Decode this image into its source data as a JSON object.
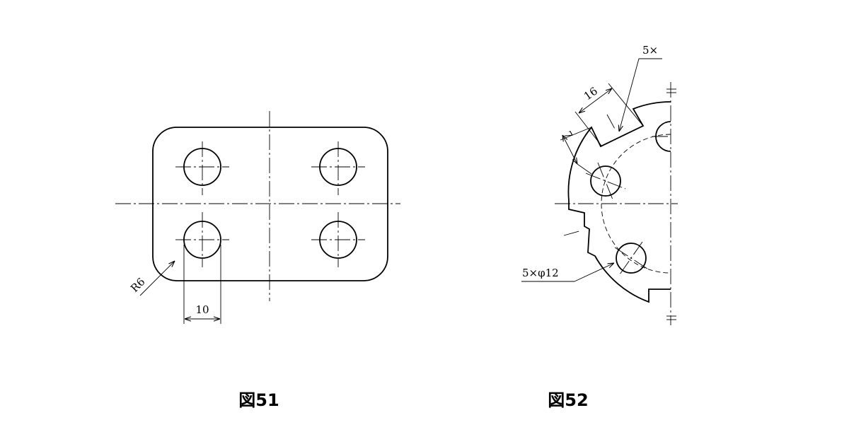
{
  "figure51": {
    "caption": "図51",
    "radius_label": "R6",
    "width_label": "10"
  },
  "figure52": {
    "caption": "図52",
    "count_label": "5×",
    "length_label": "16",
    "depth_label": "7",
    "holes_label": "5×φ12"
  }
}
